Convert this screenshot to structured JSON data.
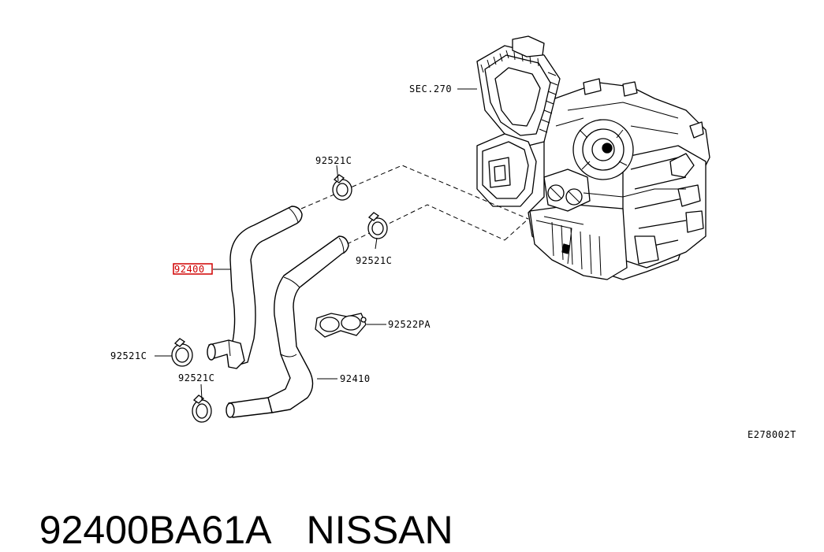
{
  "callouts": {
    "sec": "SEC.270",
    "clamp_top_upper": "92521C",
    "clamp_top_lower": "92521C",
    "hose_inlet": "92400",
    "bracket": "92522PA",
    "clamp_left": "92521C",
    "clamp_bottom": "92521C",
    "hose_outlet": "92410"
  },
  "figure_code": "E278002T",
  "caption": {
    "part_number": "92400BA61A",
    "brand": "NISSAN"
  },
  "colors": {
    "line": "#000000",
    "highlight": "#d00000",
    "background": "#ffffff"
  }
}
